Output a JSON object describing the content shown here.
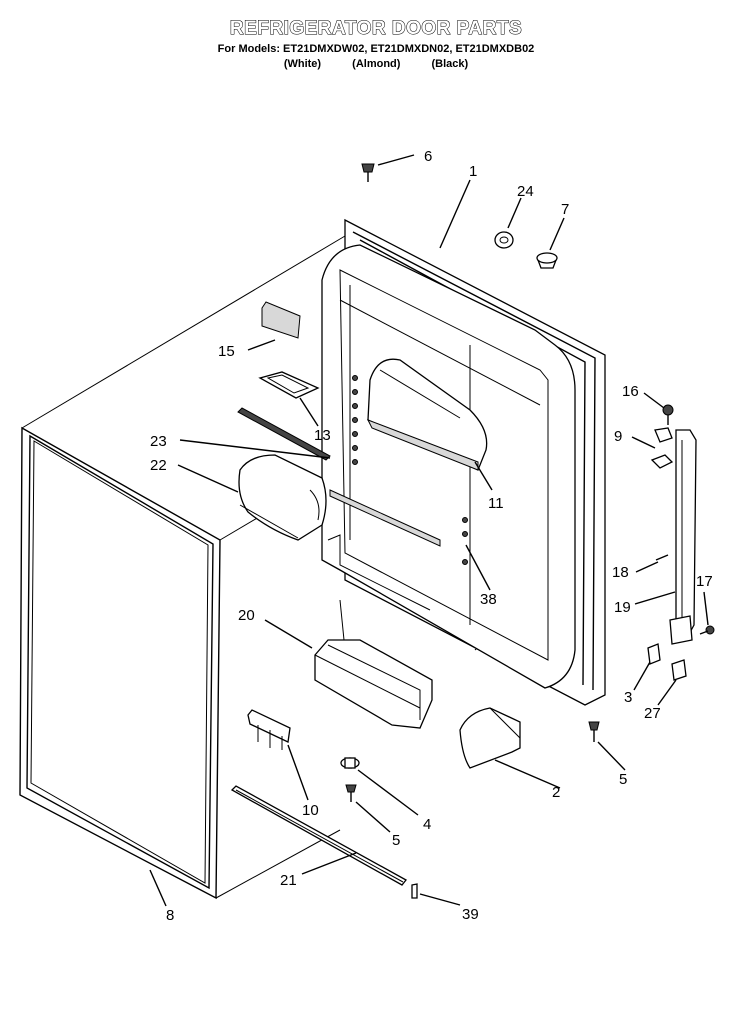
{
  "header": {
    "title": "REFRIGERATOR DOOR PARTS",
    "models_line": "For Models: ET21DMXDW02, ET21DMXDN02, ET21DMXDB02",
    "finishes": [
      "(White)",
      "(Almond)",
      "(Black)"
    ]
  },
  "callouts": {
    "c1": "1",
    "c2": "2",
    "c3": "3",
    "c4": "4",
    "c5a": "5",
    "c5b": "5",
    "c6": "6",
    "c7": "7",
    "c8": "8",
    "c9": "9",
    "c10": "10",
    "c11": "11",
    "c13": "13",
    "c15": "15",
    "c16": "16",
    "c17": "17",
    "c18": "18",
    "c19": "19",
    "c20": "20",
    "c21": "21",
    "c22": "22",
    "c23": "23",
    "c24": "24",
    "c27": "27",
    "c38": "38",
    "c39": "39"
  }
}
